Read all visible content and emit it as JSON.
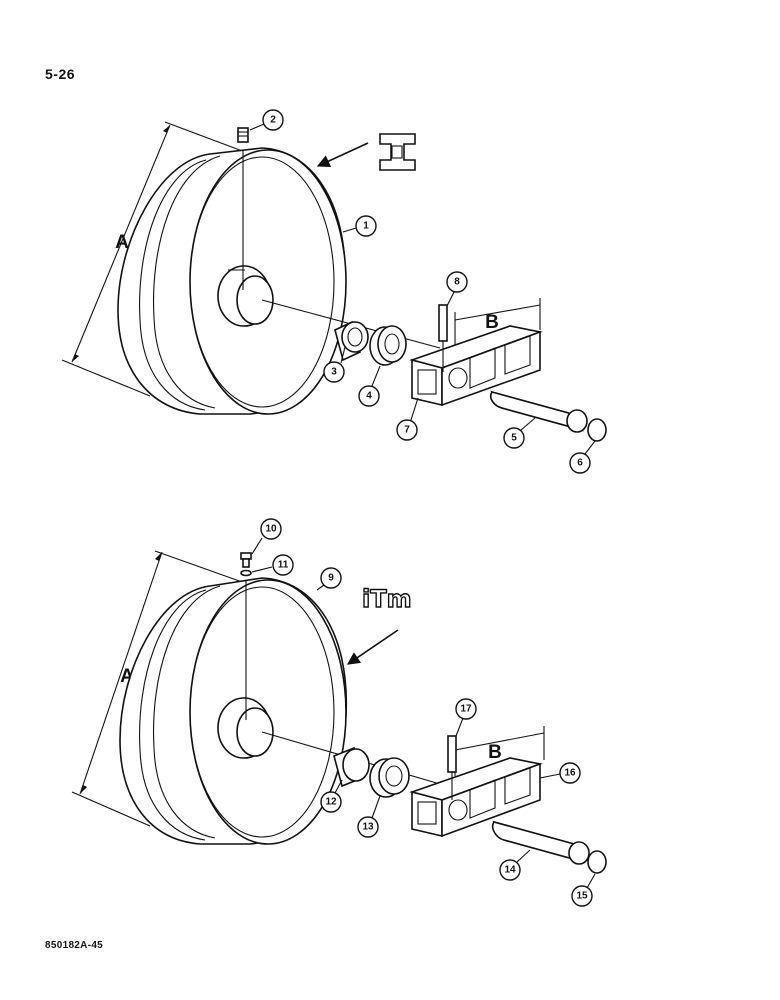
{
  "page_number": "5-26",
  "document_code": "850182A-45",
  "top_assembly": {
    "dimension_a": "A",
    "dimension_b": "B",
    "callouts": [
      "1",
      "2",
      "3",
      "4",
      "5",
      "6",
      "7",
      "8"
    ],
    "logo": "channel-shape-logo-icon"
  },
  "bottom_assembly": {
    "dimension_a": "A",
    "dimension_b": "B",
    "callouts": [
      "9",
      "10",
      "11",
      "12",
      "13",
      "14",
      "15",
      "16",
      "17"
    ],
    "logo": "iTm"
  }
}
